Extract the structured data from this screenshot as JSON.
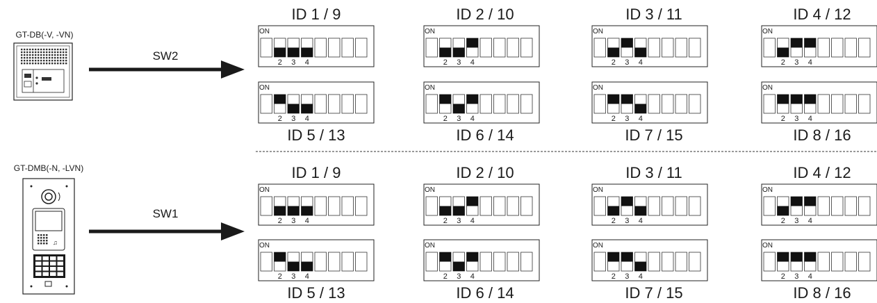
{
  "colors": {
    "ink": "#1a1a1a",
    "stroke": "#222222",
    "switch_fill": "#111111",
    "background": "#ffffff"
  },
  "sections": [
    {
      "device_label": "GT-DB(-V, -VN)",
      "switch_label": "SW2",
      "device_icon": "intercom-panel-icon",
      "groups": [
        {
          "label": "ID 1 / 9",
          "switches": [
            "OFF",
            "OFF",
            "OFF"
          ]
        },
        {
          "label": "ID 2 / 10",
          "switches": [
            "OFF",
            "OFF",
            "ON"
          ]
        },
        {
          "label": "ID 3 / 11",
          "switches": [
            "OFF",
            "ON",
            "OFF"
          ]
        },
        {
          "label": "ID 4 / 12",
          "switches": [
            "OFF",
            "ON",
            "ON"
          ]
        },
        {
          "label": "ID 5 / 13",
          "switches": [
            "ON",
            "OFF",
            "OFF"
          ]
        },
        {
          "label": "ID 6 / 14",
          "switches": [
            "ON",
            "OFF",
            "ON"
          ]
        },
        {
          "label": "ID 7 / 15",
          "switches": [
            "ON",
            "ON",
            "OFF"
          ]
        },
        {
          "label": "ID 8 / 16",
          "switches": [
            "ON",
            "ON",
            "ON"
          ]
        }
      ]
    },
    {
      "device_label": "GT-DMB(-N, -LVN)",
      "switch_label": "SW1",
      "device_icon": "video-entry-panel-icon",
      "groups": [
        {
          "label": "ID 1 / 9",
          "switches": [
            "OFF",
            "OFF",
            "OFF"
          ]
        },
        {
          "label": "ID 2 / 10",
          "switches": [
            "OFF",
            "OFF",
            "ON"
          ]
        },
        {
          "label": "ID 3 / 11",
          "switches": [
            "OFF",
            "ON",
            "OFF"
          ]
        },
        {
          "label": "ID 4 / 12",
          "switches": [
            "OFF",
            "ON",
            "ON"
          ]
        },
        {
          "label": "ID 5 / 13",
          "switches": [
            "ON",
            "OFF",
            "OFF"
          ]
        },
        {
          "label": "ID 6 / 14",
          "switches": [
            "ON",
            "OFF",
            "ON"
          ]
        },
        {
          "label": "ID 7 / 15",
          "switches": [
            "ON",
            "ON",
            "OFF"
          ]
        },
        {
          "label": "ID 8 / 16",
          "switches": [
            "ON",
            "ON",
            "ON"
          ]
        }
      ]
    }
  ],
  "dip": {
    "on_label": "ON",
    "position_count": 8,
    "numbered_positions": [
      "2",
      "3",
      "4"
    ]
  }
}
